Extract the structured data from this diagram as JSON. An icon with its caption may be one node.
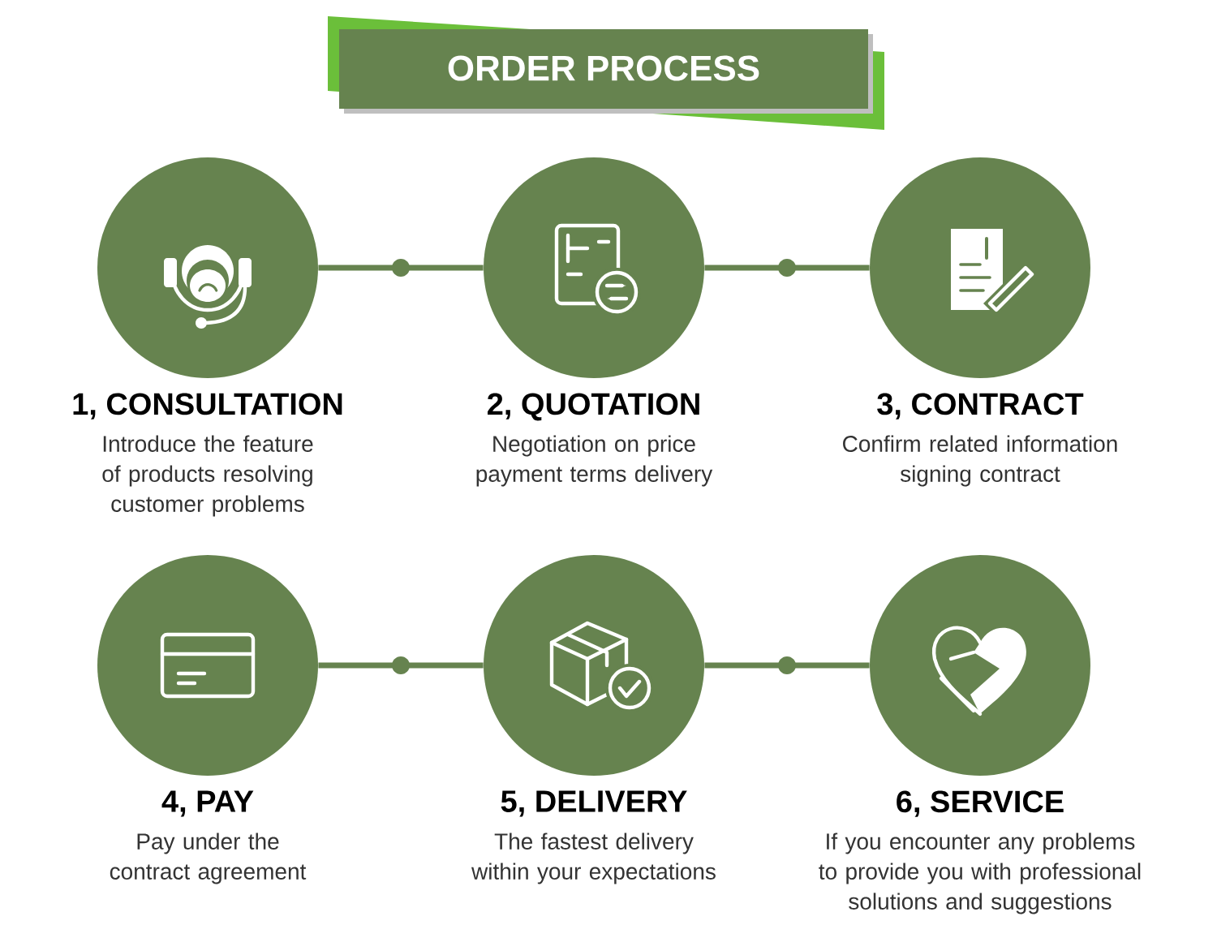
{
  "diagram": {
    "title": "ORDER PROCESS",
    "nodes": [
      {
        "text": [
          "1, CONSULTATION",
          "Introduce the feature of products resolving customer problems"
        ]
      },
      {
        "text": [
          "2, QUOTATION",
          "Negotiation on price payment terms delivery"
        ]
      },
      {
        "text": [
          "3, CONTRACT",
          "Confirm related information signing contract"
        ]
      },
      {
        "text": [
          "4, PAY",
          "Pay under the contract agreement"
        ]
      },
      {
        "text": [
          "5, DELIVERY",
          "The fastest delivery within your expectations"
        ]
      },
      {
        "text": [
          "6, SERVICE",
          "If you encounter any problems to provide you with professional solutions and suggestions"
        ]
      }
    ],
    "edges": [
      {
        "from": 0,
        "to": 1,
        "arrow": "none"
      },
      {
        "from": 1,
        "to": 2,
        "arrow": "none"
      },
      {
        "from": 3,
        "to": 4,
        "arrow": "none"
      },
      {
        "from": 4,
        "to": 5,
        "arrow": "none"
      }
    ]
  }
}
